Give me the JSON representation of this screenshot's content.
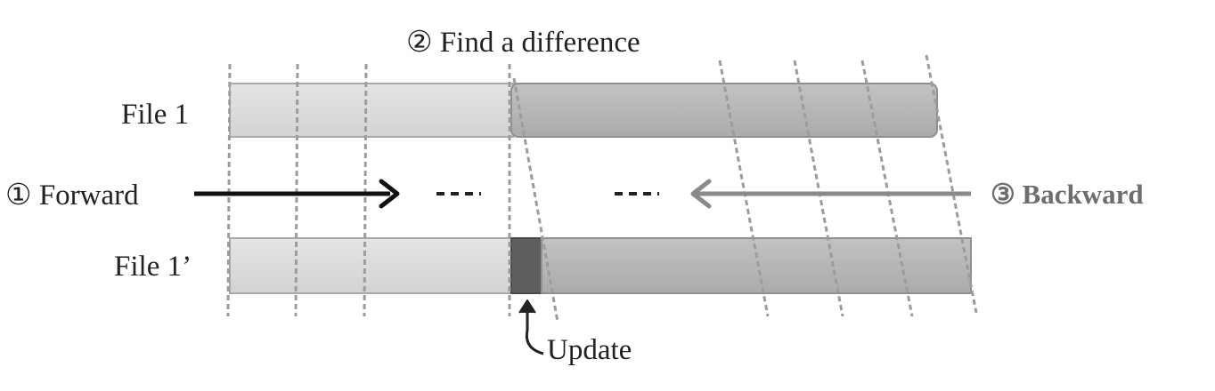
{
  "title": "② Find a difference",
  "files": {
    "original_label": "File 1",
    "updated_label": "File 1’"
  },
  "directions": {
    "forward_label": "① Forward",
    "backward_label": "③ Backward"
  },
  "update_label": "Update",
  "colors": {
    "matched_forward": "#dcdcdc",
    "matched_backward": "#b8b8b8",
    "update_block": "#5f5f5f",
    "forward_arrow": "#111111",
    "backward_arrow": "#8a8a8a"
  }
}
